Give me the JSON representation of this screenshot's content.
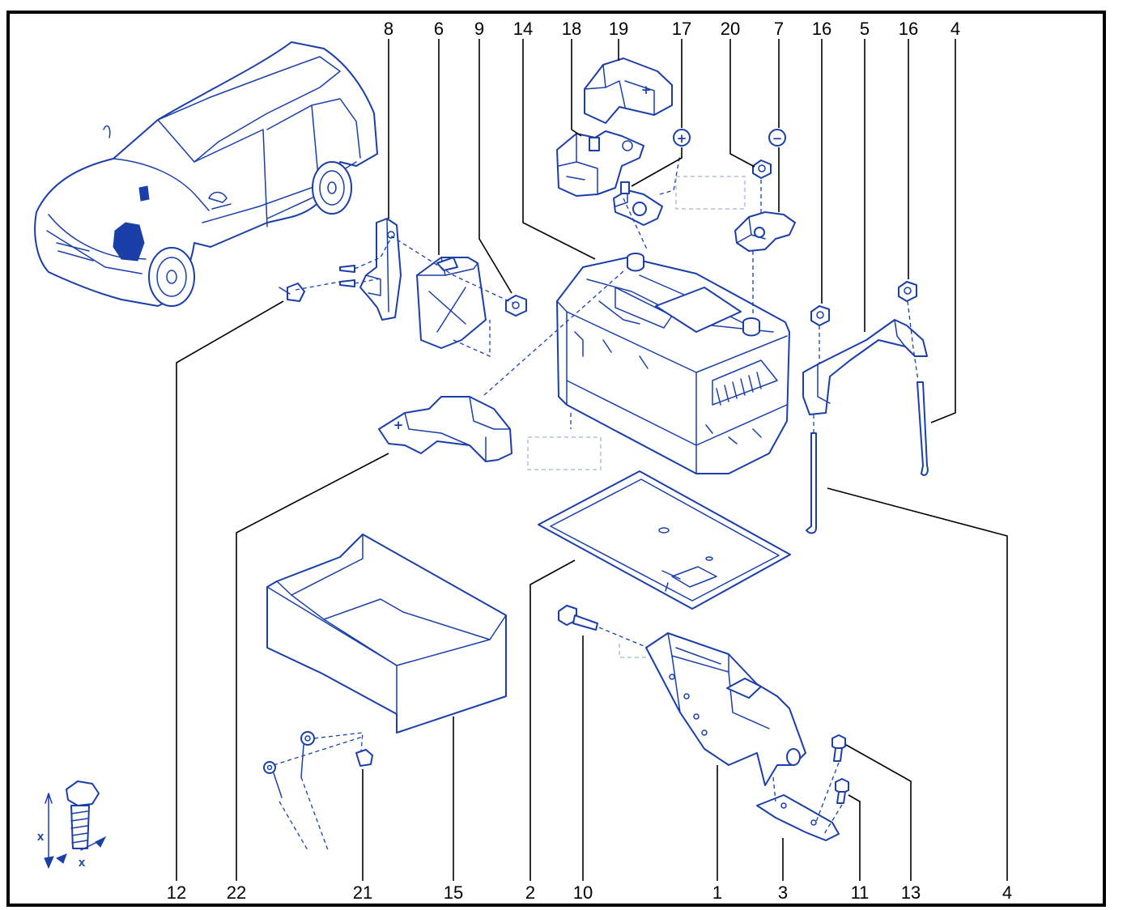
{
  "diagram": {
    "callouts_top": [
      "8",
      "6",
      "9",
      "14",
      "18",
      "19",
      "17",
      "20",
      "7",
      "16",
      "5",
      "16",
      "4"
    ],
    "callouts_bottom": [
      "12",
      "22",
      "21",
      "15",
      "2",
      "10",
      "1",
      "3",
      "11",
      "13",
      "4"
    ],
    "terminal_positive_symbol": "+",
    "terminal_negative_symbol": "−",
    "cover_plus_mark": "+",
    "fuse_plus_mark": "+",
    "torque_label": "x",
    "colors": {
      "line_art": "#1a3fa8",
      "frame": "#000000",
      "leader": "#000000",
      "background": "#ffffff"
    },
    "icons": [
      "vehicle-illustration",
      "battery-icon",
      "battery-tray-icon",
      "battery-holder-box-icon",
      "clamp-rod-icon",
      "bolt-icon",
      "nut-icon",
      "terminal-clamp-icon",
      "terminal-cover-icon",
      "torque-bolt-symbol-icon"
    ]
  }
}
